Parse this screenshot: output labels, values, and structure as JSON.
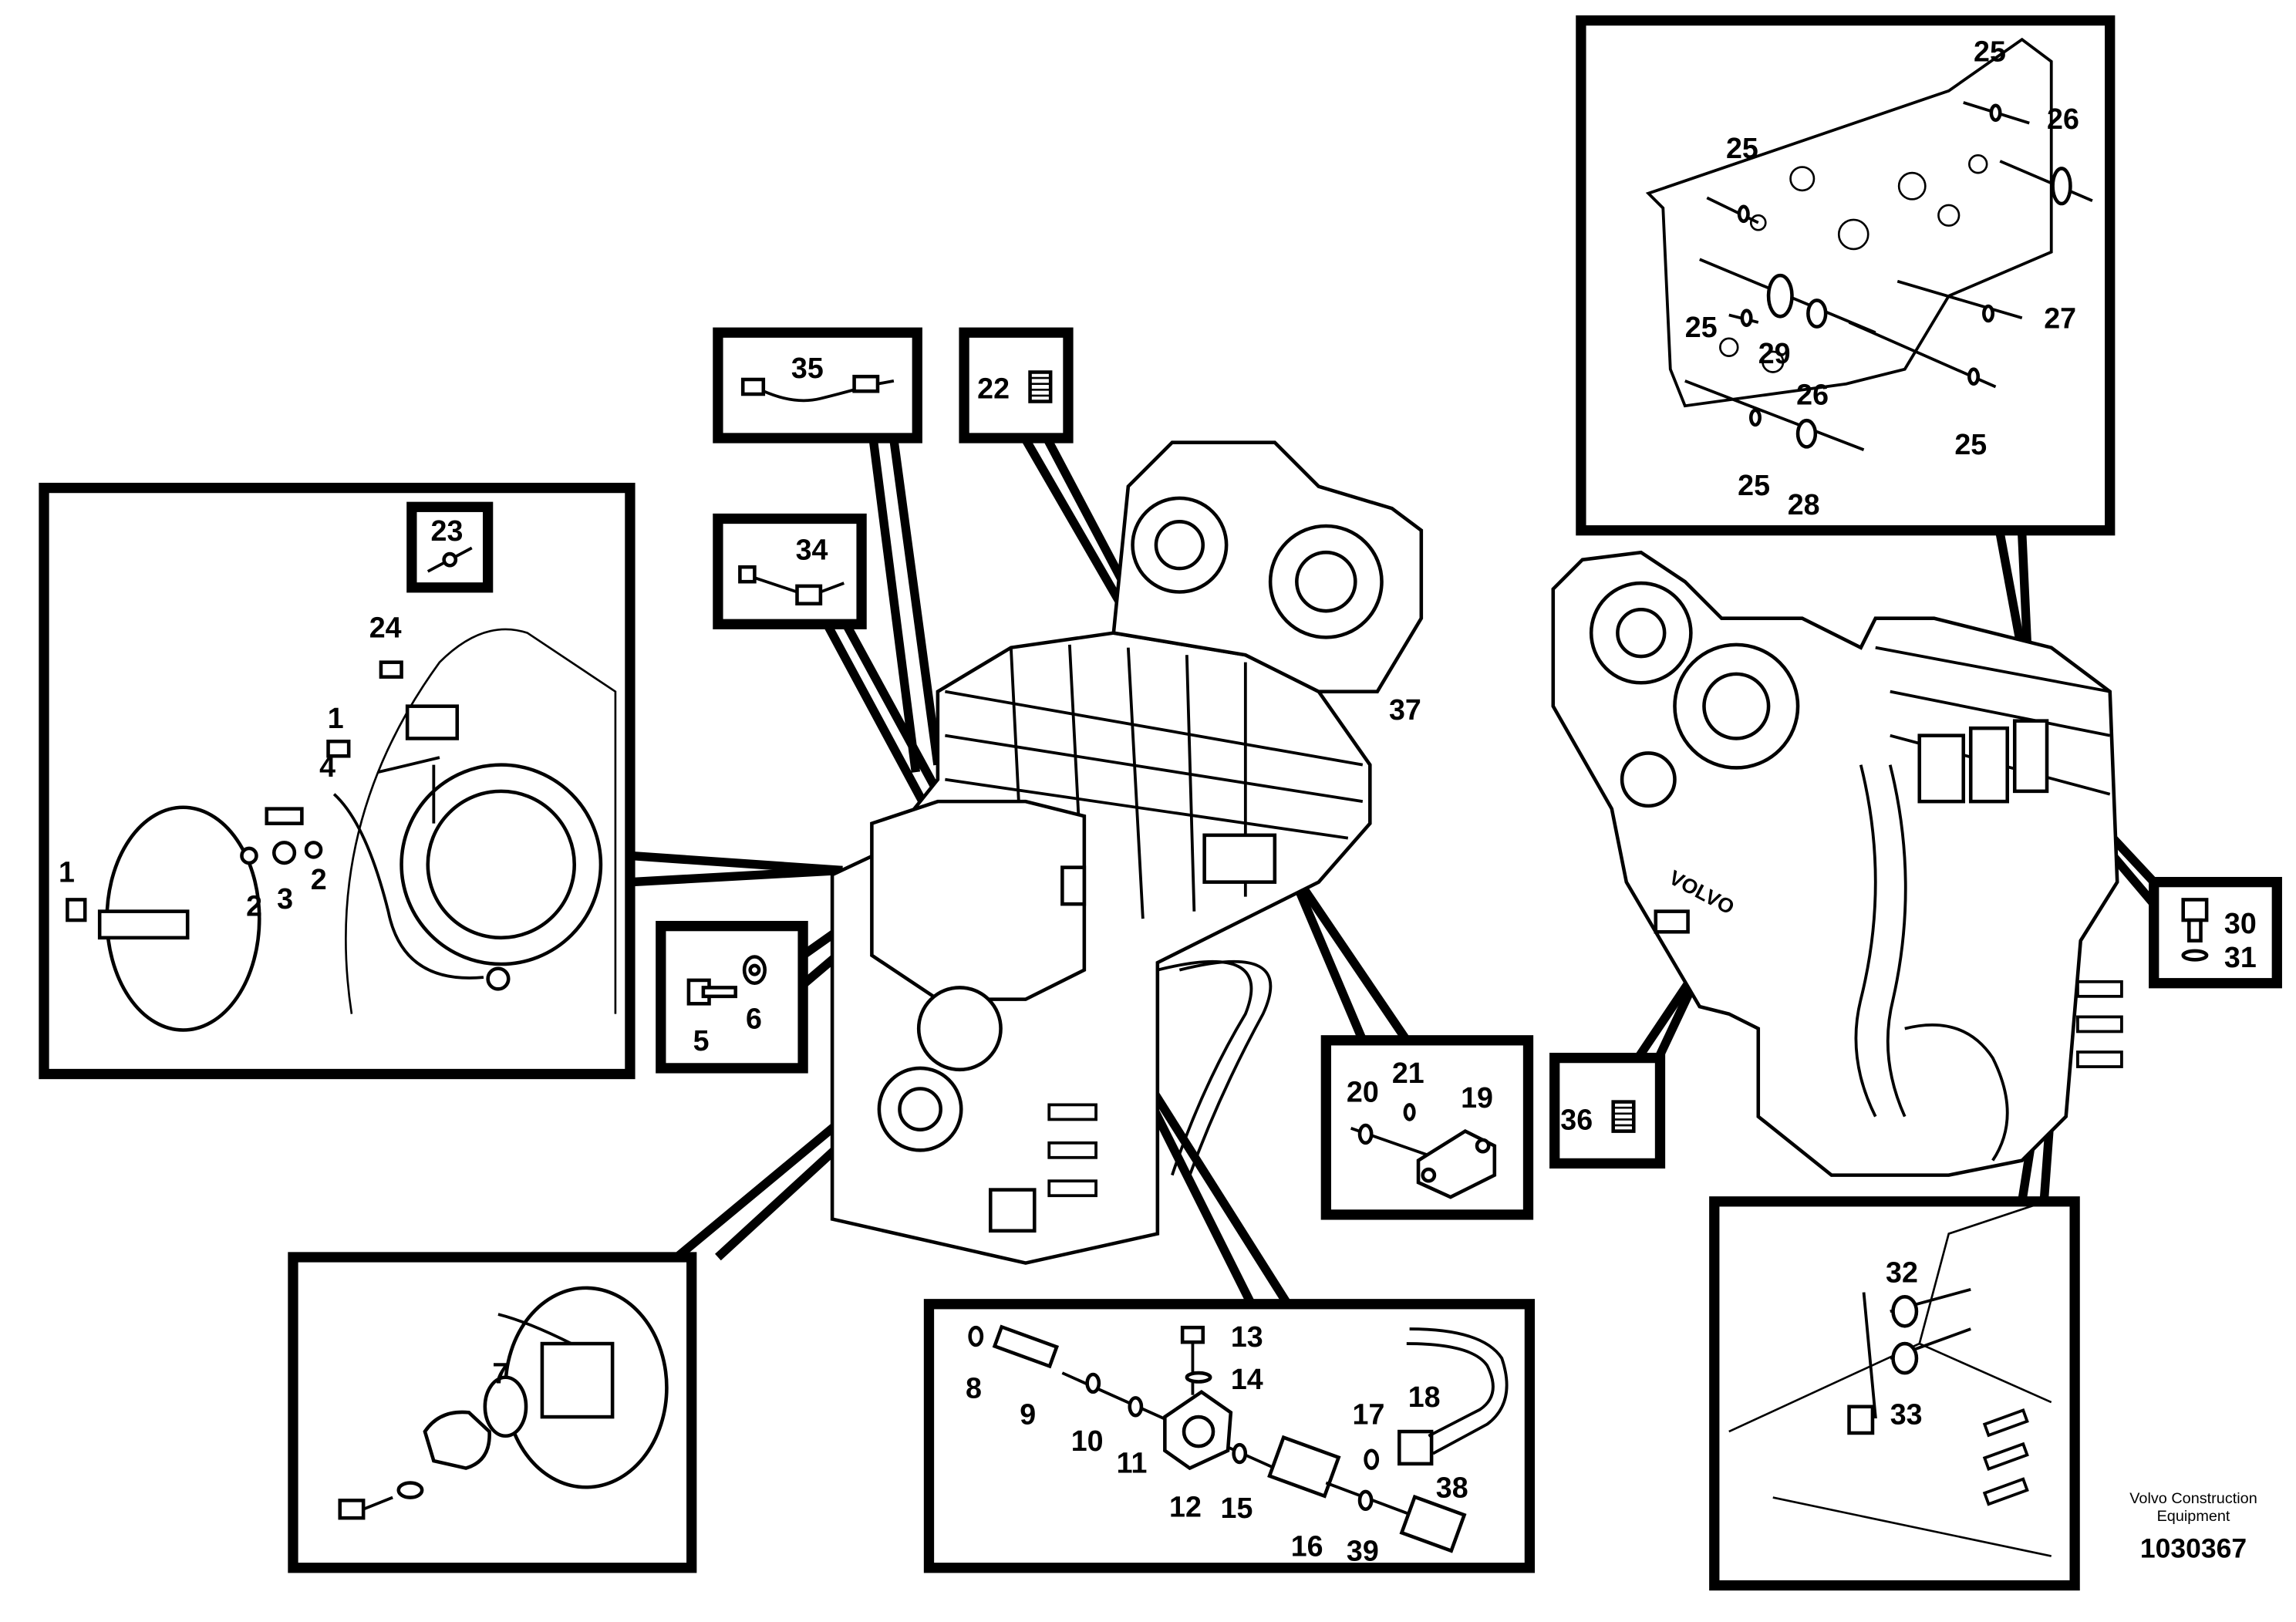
{
  "callouts": {
    "c1a": "1",
    "c1b": "1",
    "c2a": "2",
    "c2b": "2",
    "c3": "3",
    "c4": "4",
    "c5": "5",
    "c6": "6",
    "c7": "7",
    "c8": "8",
    "c9": "9",
    "c10": "10",
    "c11": "11",
    "c12": "12",
    "c13": "13",
    "c14": "14",
    "c15": "15",
    "c16": "16",
    "c17": "17",
    "c18": "18",
    "c19": "19",
    "c20": "20",
    "c21": "21",
    "c22": "22",
    "c23": "23",
    "c24": "24",
    "c25a": "25",
    "c25b": "25",
    "c25c": "25",
    "c25d": "25",
    "c25e": "25",
    "c26a": "26",
    "c26b": "26",
    "c27": "27",
    "c28": "28",
    "c29": "29",
    "c30": "30",
    "c31": "31",
    "c32": "32",
    "c33": "33",
    "c34": "34",
    "c35": "35",
    "c36": "36",
    "c37": "37",
    "c38": "38",
    "c39": "39"
  },
  "footer": {
    "credit_line1": "Volvo Construction",
    "credit_line2": "Equipment",
    "drawing_number": "1030367"
  },
  "housing_logo": "VOLVO"
}
